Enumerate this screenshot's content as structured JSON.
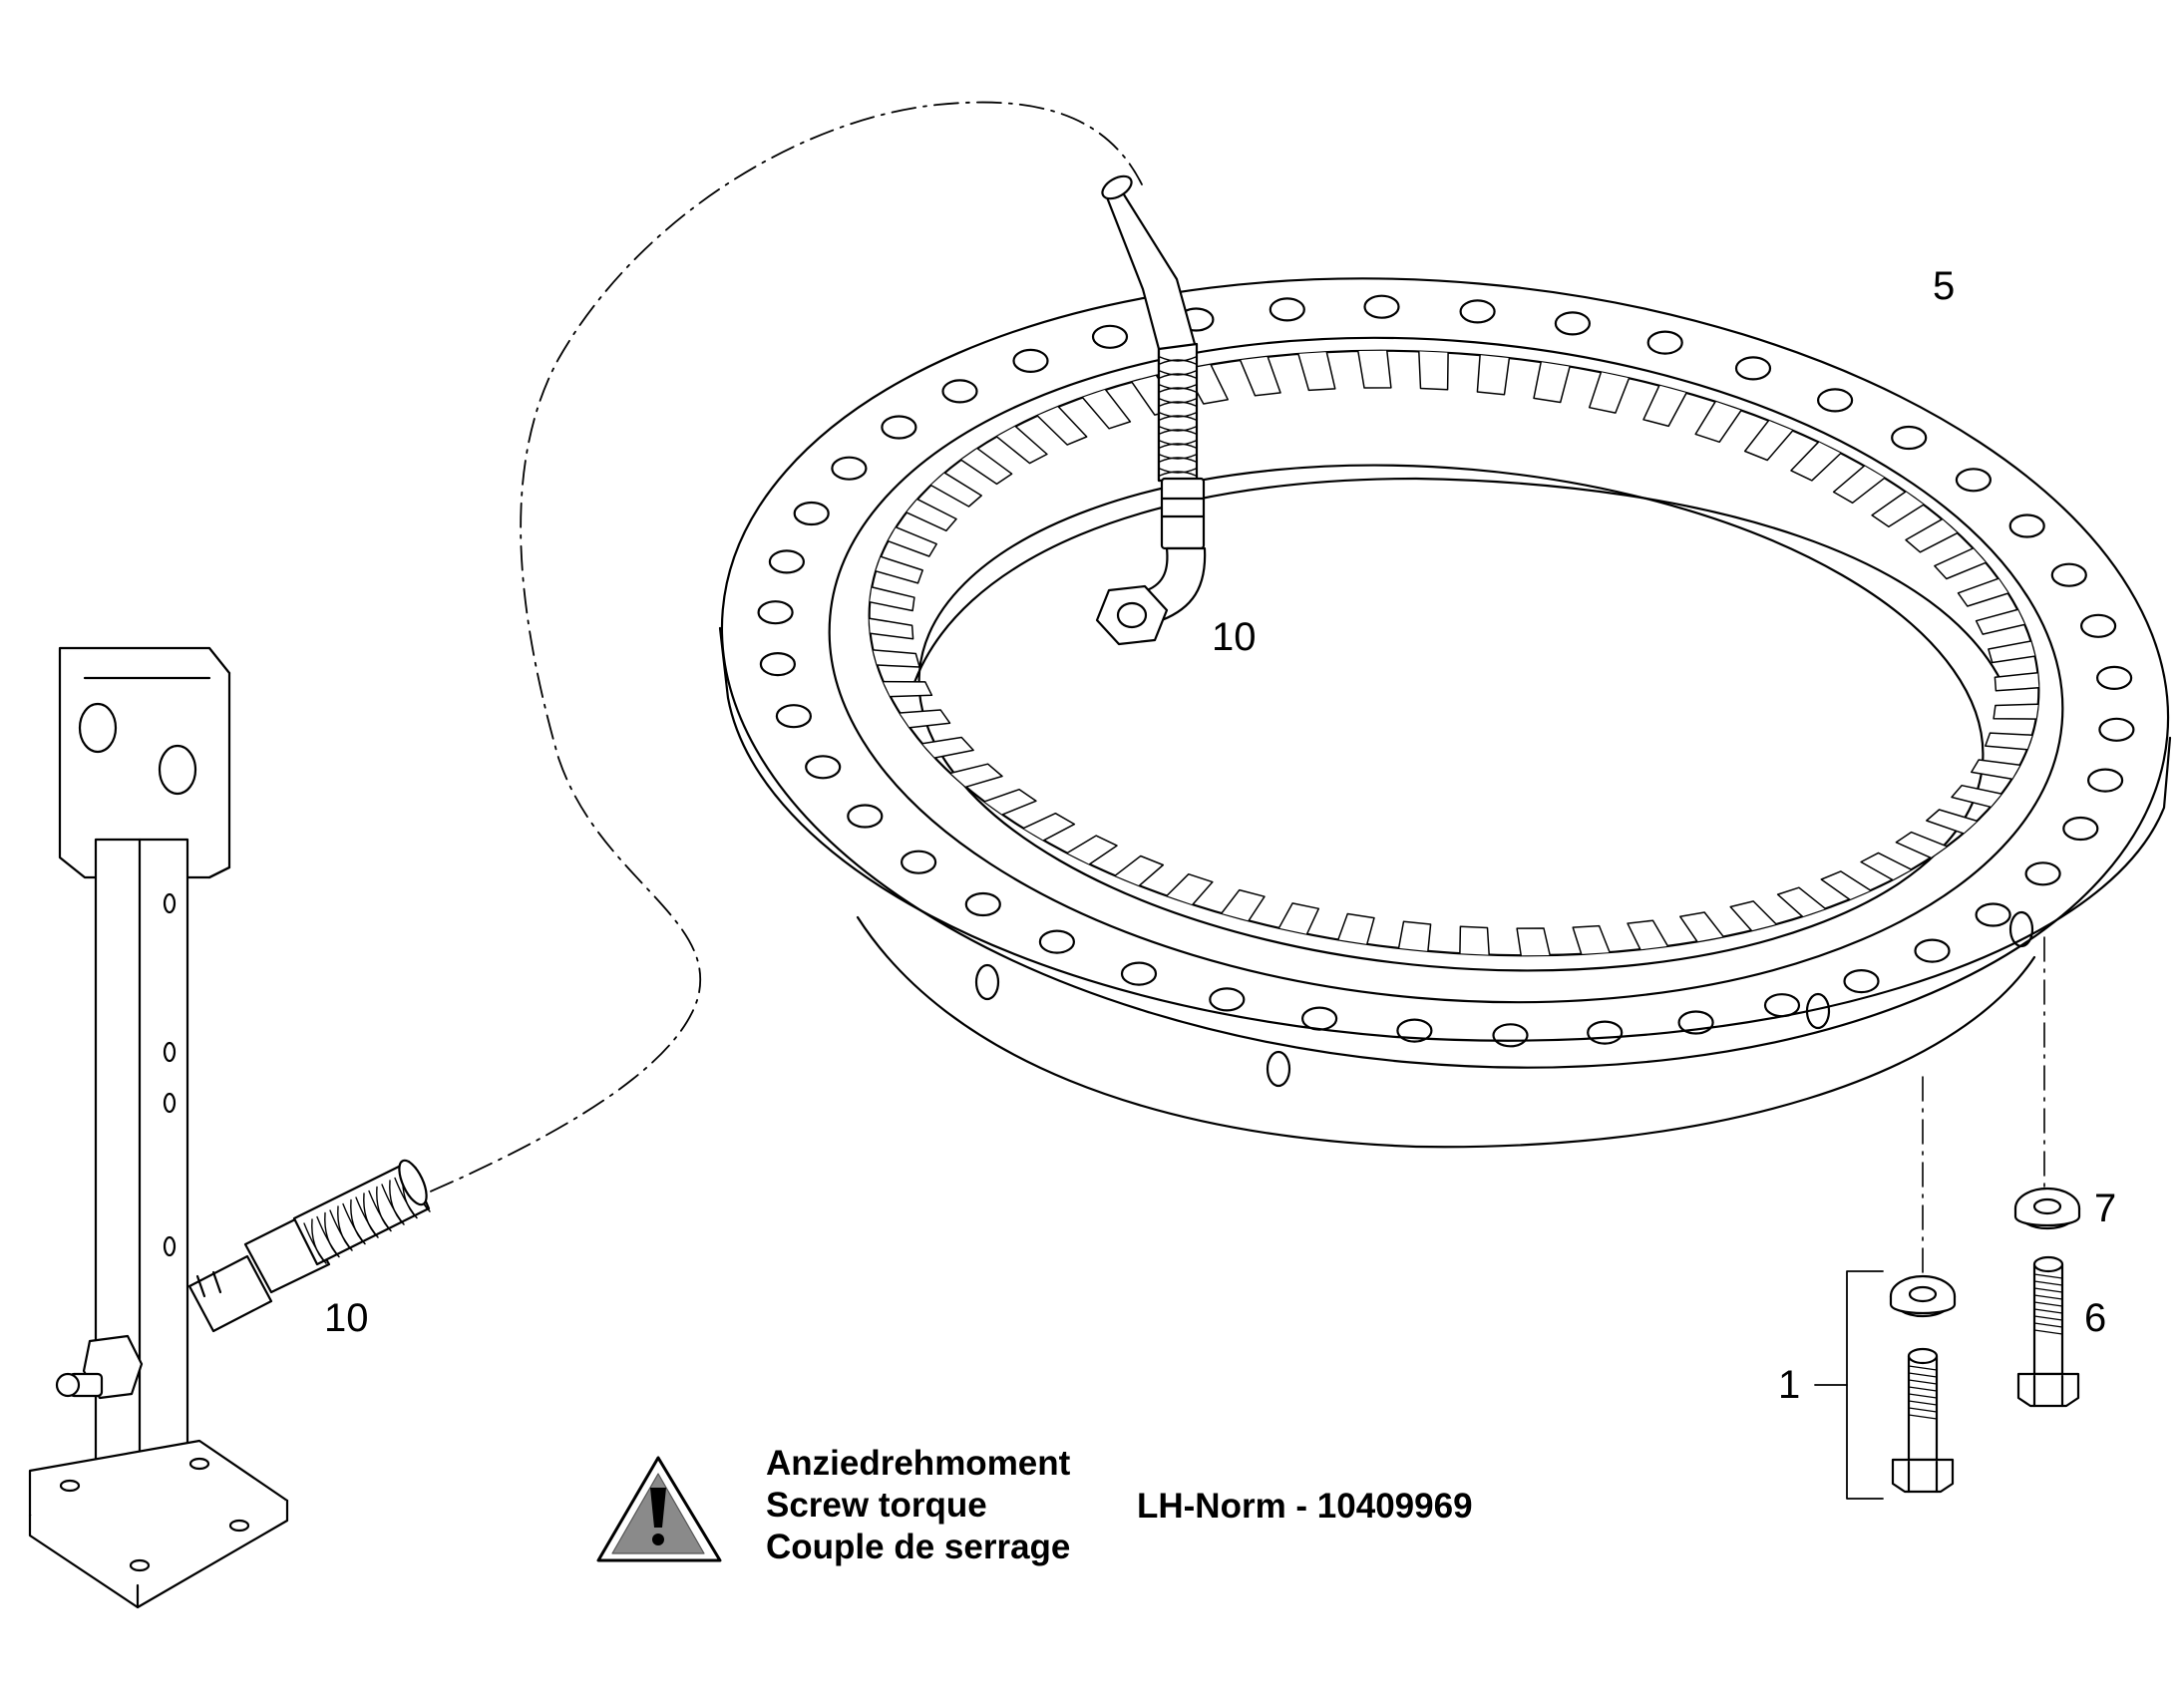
{
  "part_labels": {
    "hose_upper": "10",
    "ring": "5",
    "hose_lower": "10",
    "washer": "7",
    "bolt": "6",
    "bolt_set": "1"
  },
  "torque_note": {
    "lines": [
      "Anziedrehmoment",
      "Screw torque",
      "Couple de serrage"
    ],
    "norm_reference": "LH-Norm - 10409969"
  }
}
